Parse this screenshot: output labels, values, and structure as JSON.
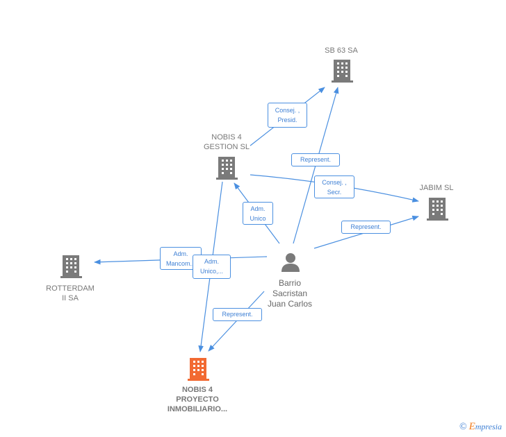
{
  "nodes": {
    "sb63": {
      "label": "SB 63 SA"
    },
    "nobis_gestion": {
      "label": "NOBIS 4\nGESTION  SL"
    },
    "jabim": {
      "label": "JABIM  SL"
    },
    "rotterdam": {
      "label": "ROTTERDAM\nII SA"
    },
    "person": {
      "label": "Barrio\nSacristan\nJuan Carlos"
    },
    "nobis_proyecto": {
      "label": "NOBIS 4\nPROYECTO\nINMOBILIARIO..."
    }
  },
  "edges": {
    "consej_presid": {
      "label": "Consej. ,\nPresid."
    },
    "represent_sb63": {
      "label": "Represent."
    },
    "consej_secr": {
      "label": "Consej. ,\nSecr."
    },
    "adm_unico_gestion": {
      "label": "Adm.\nUnico"
    },
    "represent_jabim": {
      "label": "Represent."
    },
    "adm_mancom": {
      "label": "Adm.\nMancom..."
    },
    "adm_unico_proyecto": {
      "label": "Adm.\nUnico,..."
    },
    "represent_proyecto": {
      "label": "Represent."
    }
  },
  "colors": {
    "edge": "#4a8fe0",
    "company_icon": "#7a7a7a",
    "target_icon": "#f26a32",
    "person_icon": "#7a7a7a"
  },
  "watermark": {
    "symbol": "©",
    "brand_initial": "E",
    "brand_rest": "mpresia"
  }
}
